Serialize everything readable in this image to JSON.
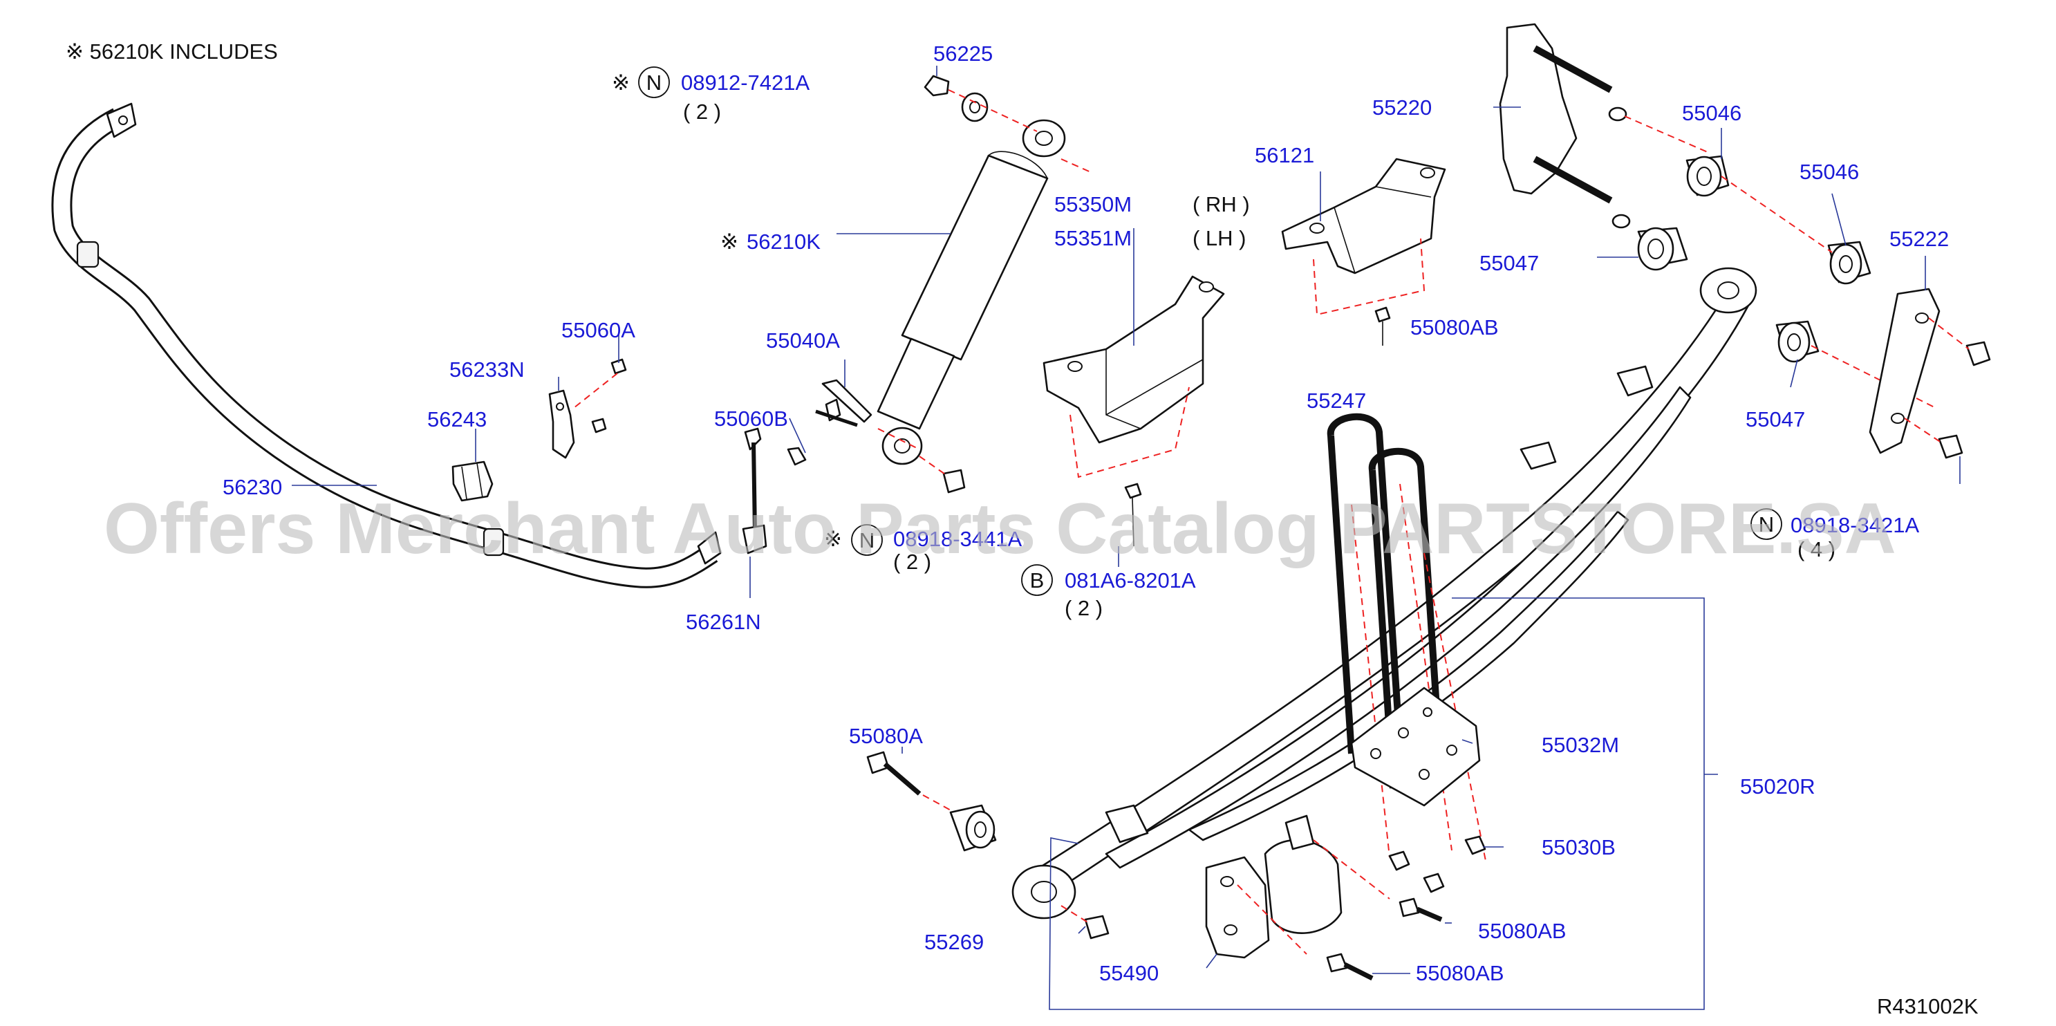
{
  "includes_note": "※ 56210K   INCLUDES",
  "diagram_code": "R431002K",
  "watermark": "Offers Merchant Auto Parts Catalog PARTSTORE.SA",
  "callouts": {
    "p56225": "56225",
    "p08912_7421A": "08912-7421A",
    "qty_08912": "( 2 )",
    "mark_N1": "N",
    "mark_star1": "※",
    "p56210K": "56210K",
    "mark_star2": "※",
    "p55350M": "55350M",
    "p55351M": "55351M",
    "rh": "( RH )",
    "lh": "( LH )",
    "p56121": "56121",
    "p55220": "55220",
    "p55046a": "55046",
    "p55046b": "55046",
    "p55047a": "55047",
    "p55047b": "55047",
    "p55222": "55222",
    "p55080AB_top": "55080AB",
    "p55060A": "55060A",
    "p56233N": "56233N",
    "p56243": "56243",
    "p56230": "56230",
    "p55040A": "55040A",
    "p55060B": "55060B",
    "p56261N": "56261N",
    "p08918_3441A": "08918-3441A",
    "qty_08918": "( 2 )",
    "mark_N2": "N",
    "mark_star3": "※",
    "p081A6_8201A": "081A6-8201A",
    "qty_081A6": "( 2 )",
    "mark_B": "B",
    "p55247": "55247",
    "p08918_3421A": "08918-3421A",
    "qty_08918b": "( 4 )",
    "mark_N3": "N",
    "p55032M": "55032M",
    "p55020R": "55020R",
    "p55030B": "55030B",
    "p55080A": "55080A",
    "p55269": "55269",
    "p55490": "55490",
    "p55080AB_mid": "55080AB",
    "p55080AB_bot": "55080AB"
  },
  "colors": {
    "part_number": "#1a1ad6",
    "leader_line": "#2a3a9a",
    "dash_line": "#ee2222",
    "outline": "#111111",
    "watermark": "#bdbdbd"
  }
}
